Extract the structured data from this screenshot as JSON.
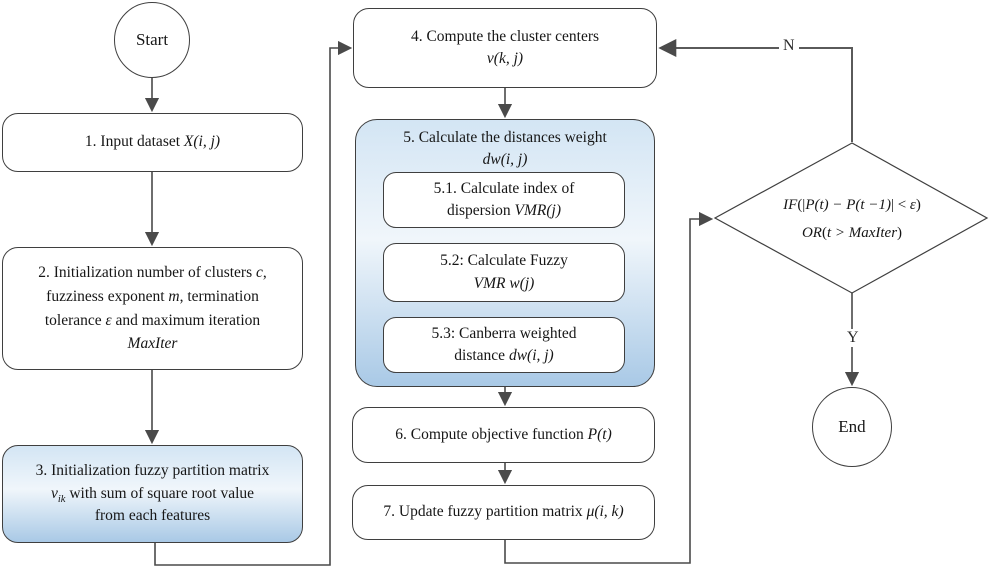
{
  "nodes": {
    "start": {
      "label": "Start"
    },
    "end": {
      "label": "End"
    },
    "step1": {
      "lines": [
        [
          {
            "t": "1. Input dataset "
          },
          {
            "t": "X(i, j)",
            "i": true
          }
        ]
      ]
    },
    "step2": {
      "lines": [
        [
          {
            "t": "2. Initialization number of clusters "
          },
          {
            "t": "c",
            "i": true
          },
          {
            "t": ","
          }
        ],
        [
          {
            "t": "fuzziness exponent "
          },
          {
            "t": "m",
            "i": true
          },
          {
            "t": ", termination"
          }
        ],
        [
          {
            "t": "tolerance "
          },
          {
            "t": "ε",
            "i": true
          },
          {
            "t": " and maximum iteration"
          }
        ],
        [
          {
            "t": "MaxIter",
            "i": true
          }
        ]
      ]
    },
    "step3": {
      "lines": [
        [
          {
            "t": "3. Initialization fuzzy partition matrix"
          }
        ],
        [
          {
            "t": "v",
            "i": true,
            "sub": "ik"
          },
          {
            "t": " with sum of square root value"
          }
        ],
        [
          {
            "t": "from each features"
          }
        ]
      ]
    },
    "step4": {
      "lines": [
        [
          {
            "t": "4. Compute the cluster centers"
          }
        ],
        [
          {
            "t": "v(k, j)",
            "i": true
          }
        ]
      ]
    },
    "step5": {
      "lines": [
        [
          {
            "t": "5. Calculate the distances weight"
          }
        ],
        [
          {
            "t": "dw(i, j)",
            "i": true
          }
        ]
      ]
    },
    "step5_1": {
      "lines": [
        [
          {
            "t": "5.1. Calculate index of"
          }
        ],
        [
          {
            "t": "dispersion "
          },
          {
            "t": "VMR(j)",
            "i": true
          }
        ]
      ]
    },
    "step5_2": {
      "lines": [
        [
          {
            "t": "5.2: Calculate Fuzzy"
          }
        ],
        [
          {
            "t": "VMR",
            "i": true
          },
          {
            "t": "  "
          },
          {
            "t": "w(j)",
            "i": true
          }
        ]
      ]
    },
    "step5_3": {
      "lines": [
        [
          {
            "t": "5.3: Canberra weighted"
          }
        ],
        [
          {
            "t": "distance "
          },
          {
            "t": "dw(i, j)",
            "i": true
          }
        ]
      ]
    },
    "step6": {
      "lines": [
        [
          {
            "t": "6. Compute objective function "
          },
          {
            "t": "P(t)",
            "i": true
          }
        ]
      ]
    },
    "step7": {
      "lines": [
        [
          {
            "t": "7. Update fuzzy partition matrix "
          },
          {
            "t": "μ(i, k)",
            "i": true
          }
        ]
      ]
    },
    "decision": {
      "lines": [
        [
          {
            "t": "IF",
            "i": true
          },
          {
            "t": "(|"
          },
          {
            "t": "P(t) − P(t −1)",
            "i": true
          },
          {
            "t": "| < "
          },
          {
            "t": "ε",
            "i": true
          },
          {
            "t": ")"
          }
        ],
        [
          {
            "t": "OR",
            "i": true
          },
          {
            "t": "("
          },
          {
            "t": "t > MaxIter",
            "i": true
          },
          {
            "t": ")"
          }
        ]
      ]
    }
  },
  "edge_labels": {
    "no": "N",
    "yes": "Y"
  },
  "colors": {
    "highlight_top": "#d3e5f4",
    "highlight_mid": "#f0f6fb",
    "highlight_bottom": "#a9c9e6",
    "node_fill": "#ffffff",
    "border": "#3f3f3f",
    "connector": "#4a4a4a",
    "text": "#161616",
    "bg": "#ffffff"
  }
}
